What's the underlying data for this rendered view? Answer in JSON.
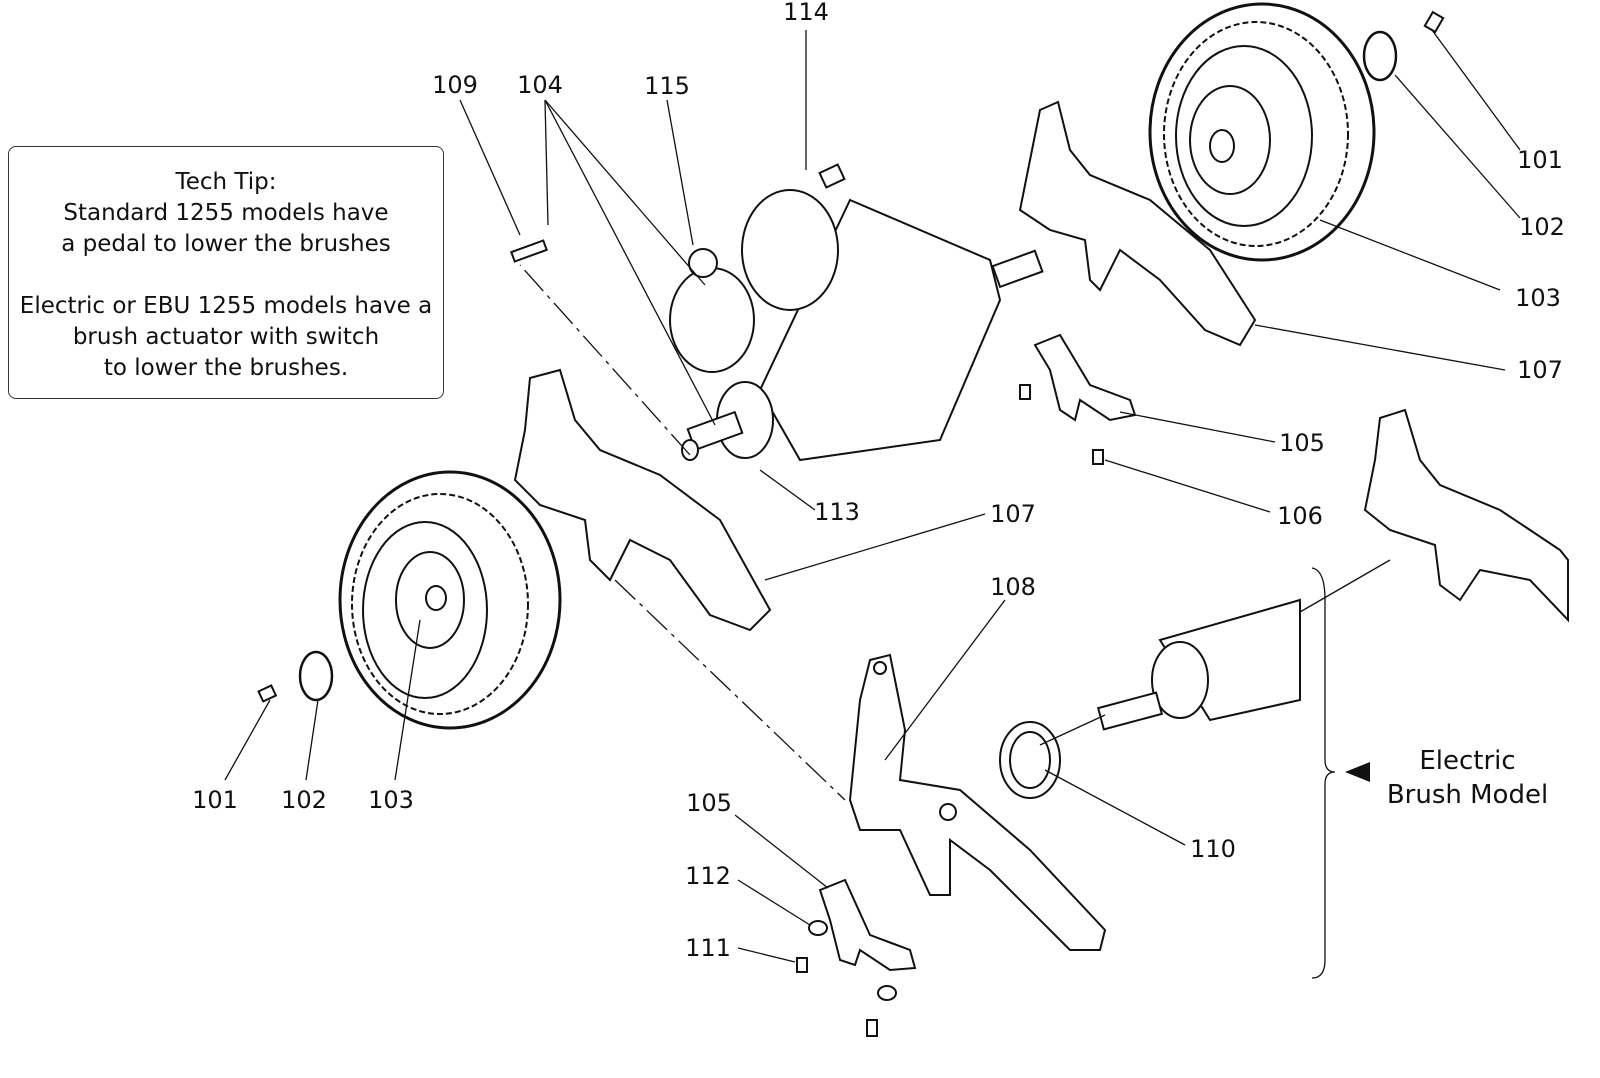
{
  "tech_tip": {
    "lines": [
      "Tech Tip:",
      "Standard 1255 models have",
      "a pedal to lower the brushes",
      "",
      "Electric or EBU 1255 models have a",
      "brush actuator with switch",
      "to lower the brushes."
    ]
  },
  "callouts": {
    "c114": "114",
    "c109": "109",
    "c104": "104",
    "c115": "115",
    "c101r": "101",
    "c102r": "102",
    "c103r": "103",
    "c107r": "107",
    "c105r": "105",
    "c106": "106",
    "c113": "113",
    "c107l": "107",
    "c108": "108",
    "c101l": "101",
    "c102l": "102",
    "c103l": "103",
    "c105l": "105",
    "c112": "112",
    "c111": "111",
    "c110": "110"
  },
  "electric_brush_model": {
    "line1": "Electric",
    "line2": "Brush Model",
    "pointer_icon": "triangle-left"
  }
}
